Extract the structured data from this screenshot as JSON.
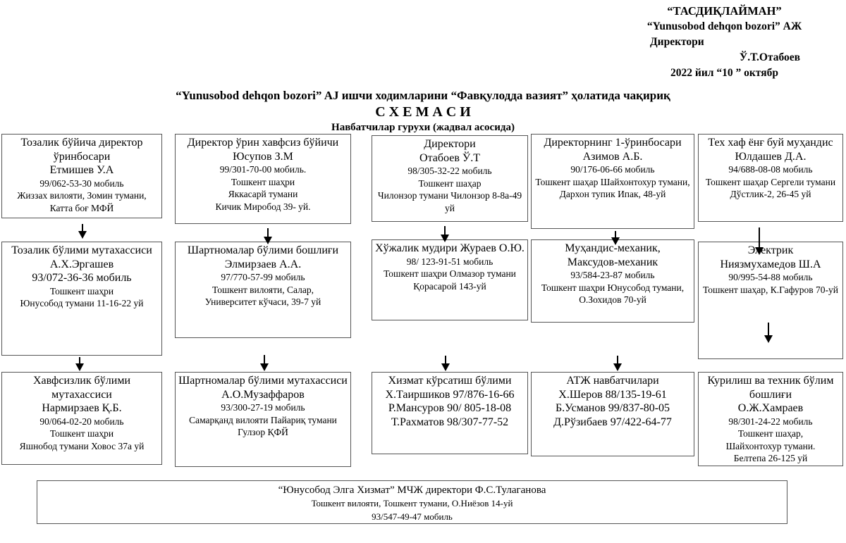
{
  "approval": {
    "l1": "“ТАСДИҚЛАЙМАН”",
    "l2": "“Yunusobod dehqon bozori” АЖ",
    "l3": "Директори",
    "l4": "Ў.Т.Отабоев",
    "l5": "2022 йил “10 ” октябр"
  },
  "title": {
    "l1": "“Yunusobod  dehqon bozori” AJ ишчи ходимларини “Фавқулодда вазият” ҳолатида чақириқ",
    "l2": "С Х Е М А С И",
    "l3": "Навбатчилар гурухи (жадвал асосида)"
  },
  "grid": {
    "r1c1": {
      "head": [
        "Тозалик бўйича директор ўринбосари",
        "Етмишев У.А"
      ],
      "body": [
        "99/062-53-30 мобиль",
        "Жиззах вилояти, Зомин тумани,",
        "Катта боғ МФЙ"
      ]
    },
    "r1c2": {
      "head": [
        "Директор ўрин хавфсиз бўйичи",
        "Юсупов З.М"
      ],
      "body": [
        "99/301-70-00 мобиль.",
        "Тошкент шаҳри",
        "Яккасарй тумани",
        "Кичик Миробод 39- уй."
      ]
    },
    "r1c3": {
      "head": [
        "Директори",
        "Отабоев Ў.Т"
      ],
      "body": [
        "98/305-32-22 мобиль",
        "Тошкент шаҳар",
        "Чилонзор тумани  Чилонзор 8-8а-49 уй"
      ]
    },
    "r1c4": {
      "head": [
        "Директорнинг 1-ўринбосари",
        "Азимов А.Б."
      ],
      "body": [
        "90/176-06-66 мобиль",
        "Тошкент шаҳар Шайхонтохур тумани, Дархон тупик Ипак, 48-уй"
      ]
    },
    "r1c5": {
      "head": [
        "Тех хаф ёнғ буй муҳандис",
        "Юлдашев Д.А."
      ],
      "body": [
        "94/688-08-08 мобиль",
        "Тошкент шаҳар Сергели тумани Дўстлик-2, 26-45 уй"
      ]
    },
    "r2c1": {
      "head": [
        "Тозалик бўлими мутахассиси",
        "А.Х.Эргашев",
        "93/072-36-36 мобиль"
      ],
      "body": [
        "Тошкент шаҳри",
        "Юнусобод тумани 11-16-22 уй"
      ]
    },
    "r2c2": {
      "head": [
        "Шартномалар бўлими бошлиғи",
        "Элмирзаев А.А."
      ],
      "body": [
        "97/770-57-99 мобиль",
        "Тошкент вилояти, Салар,",
        "Университет кўчаси, 39-7 уй"
      ]
    },
    "r2c3": {
      "head": [
        "Хўжалик мудири  Жураев О.Ю."
      ],
      "body": [
        "98/ 123-91-51 мобиль",
        "Тошкент шаҳри  Олмазор тумани Қорасарой 143-уй"
      ]
    },
    "r2c4": {
      "head": [
        "Муҳандис-механик,",
        "Максудов-механик"
      ],
      "body": [
        "93/584-23-87 мобиль",
        "Тошкент шаҳри Юнусобод тумани, О.Зохидов 70-уй"
      ]
    },
    "r2c5": {
      "head": [
        "Электрик",
        "Ниязмухамедов Ш.А"
      ],
      "body": [
        "90/995-54-88 мобиль",
        "Тошкент шаҳар, К.Гафуров 70-уй"
      ]
    },
    "r3c1": {
      "head": [
        "Хавфсизлик бўлими мутахассиси",
        "Нармирзаев Қ.Б."
      ],
      "body": [
        "90/064-02-20 мобиль",
        "Тошкент шаҳри",
        "Яшнобод тумани Ховос 37а уй"
      ]
    },
    "r3c2": {
      "head": [
        "Шартномалар бўлими мутахассиси",
        "А.О.Музаффаров"
      ],
      "body": [
        "93/300-27-19 мобиль",
        "Самарқанд вилояти Пайариқ тумани",
        "Гулзор ҚФЙ"
      ]
    },
    "r3c3": {
      "head": [
        "Хизмат кўрсатиш бўлими",
        "Х.Таиршиков 97/876-16-66",
        "Р.Мансуров 90/ 805-18-08",
        "Т.Рахматов 98/307-77-52"
      ],
      "body": []
    },
    "r3c4": {
      "head": [
        "АТЖ навбатчилари",
        "Х.Шеров 88/135-19-61",
        "Б.Усманов 99/837-80-05",
        "Д.Рўзибаев 97/422-64-77"
      ],
      "body": []
    },
    "r3c5": {
      "head": [
        "Курилиш ва техник бўлим бошлиғи",
        "О.Ж.Хамраев"
      ],
      "body": [
        "98/301-24-22 мобиль",
        "Тошкент шаҳар,",
        "Шайхонтохур тумани.",
        "Белтепа 26-125 уй"
      ]
    }
  },
  "footer": {
    "l1": "“Юнусобод Элга Хизмат” МЧЖ директори Ф.С.Тулаганова",
    "l2": "Тошкент вилояти, Тошкент тумани,  О.Ниёзов 14-уй",
    "l3": "93/547-49-47 мобиль"
  },
  "colors": {
    "text": "#000000",
    "border": "#555555",
    "background": "#ffffff"
  }
}
